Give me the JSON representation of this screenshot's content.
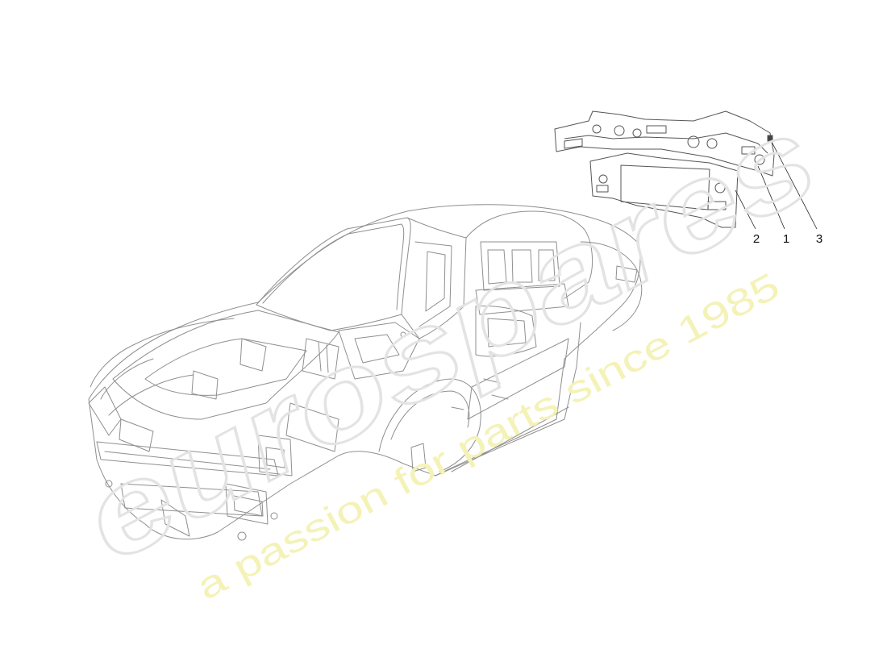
{
  "callouts": [
    {
      "label": "2",
      "part": "inner-rear-panel"
    },
    {
      "label": "1",
      "part": "rear-panel"
    },
    {
      "label": "3",
      "part": "fastener"
    }
  ],
  "watermark": {
    "logo_text": "eurospares",
    "tagline": "a passion for parts since 1985"
  },
  "colors": {
    "line": "#8a8a8a",
    "callout_text": "#111111",
    "watermark_logo": "#e3e3e3",
    "watermark_tagline": "#f4f2b6"
  }
}
